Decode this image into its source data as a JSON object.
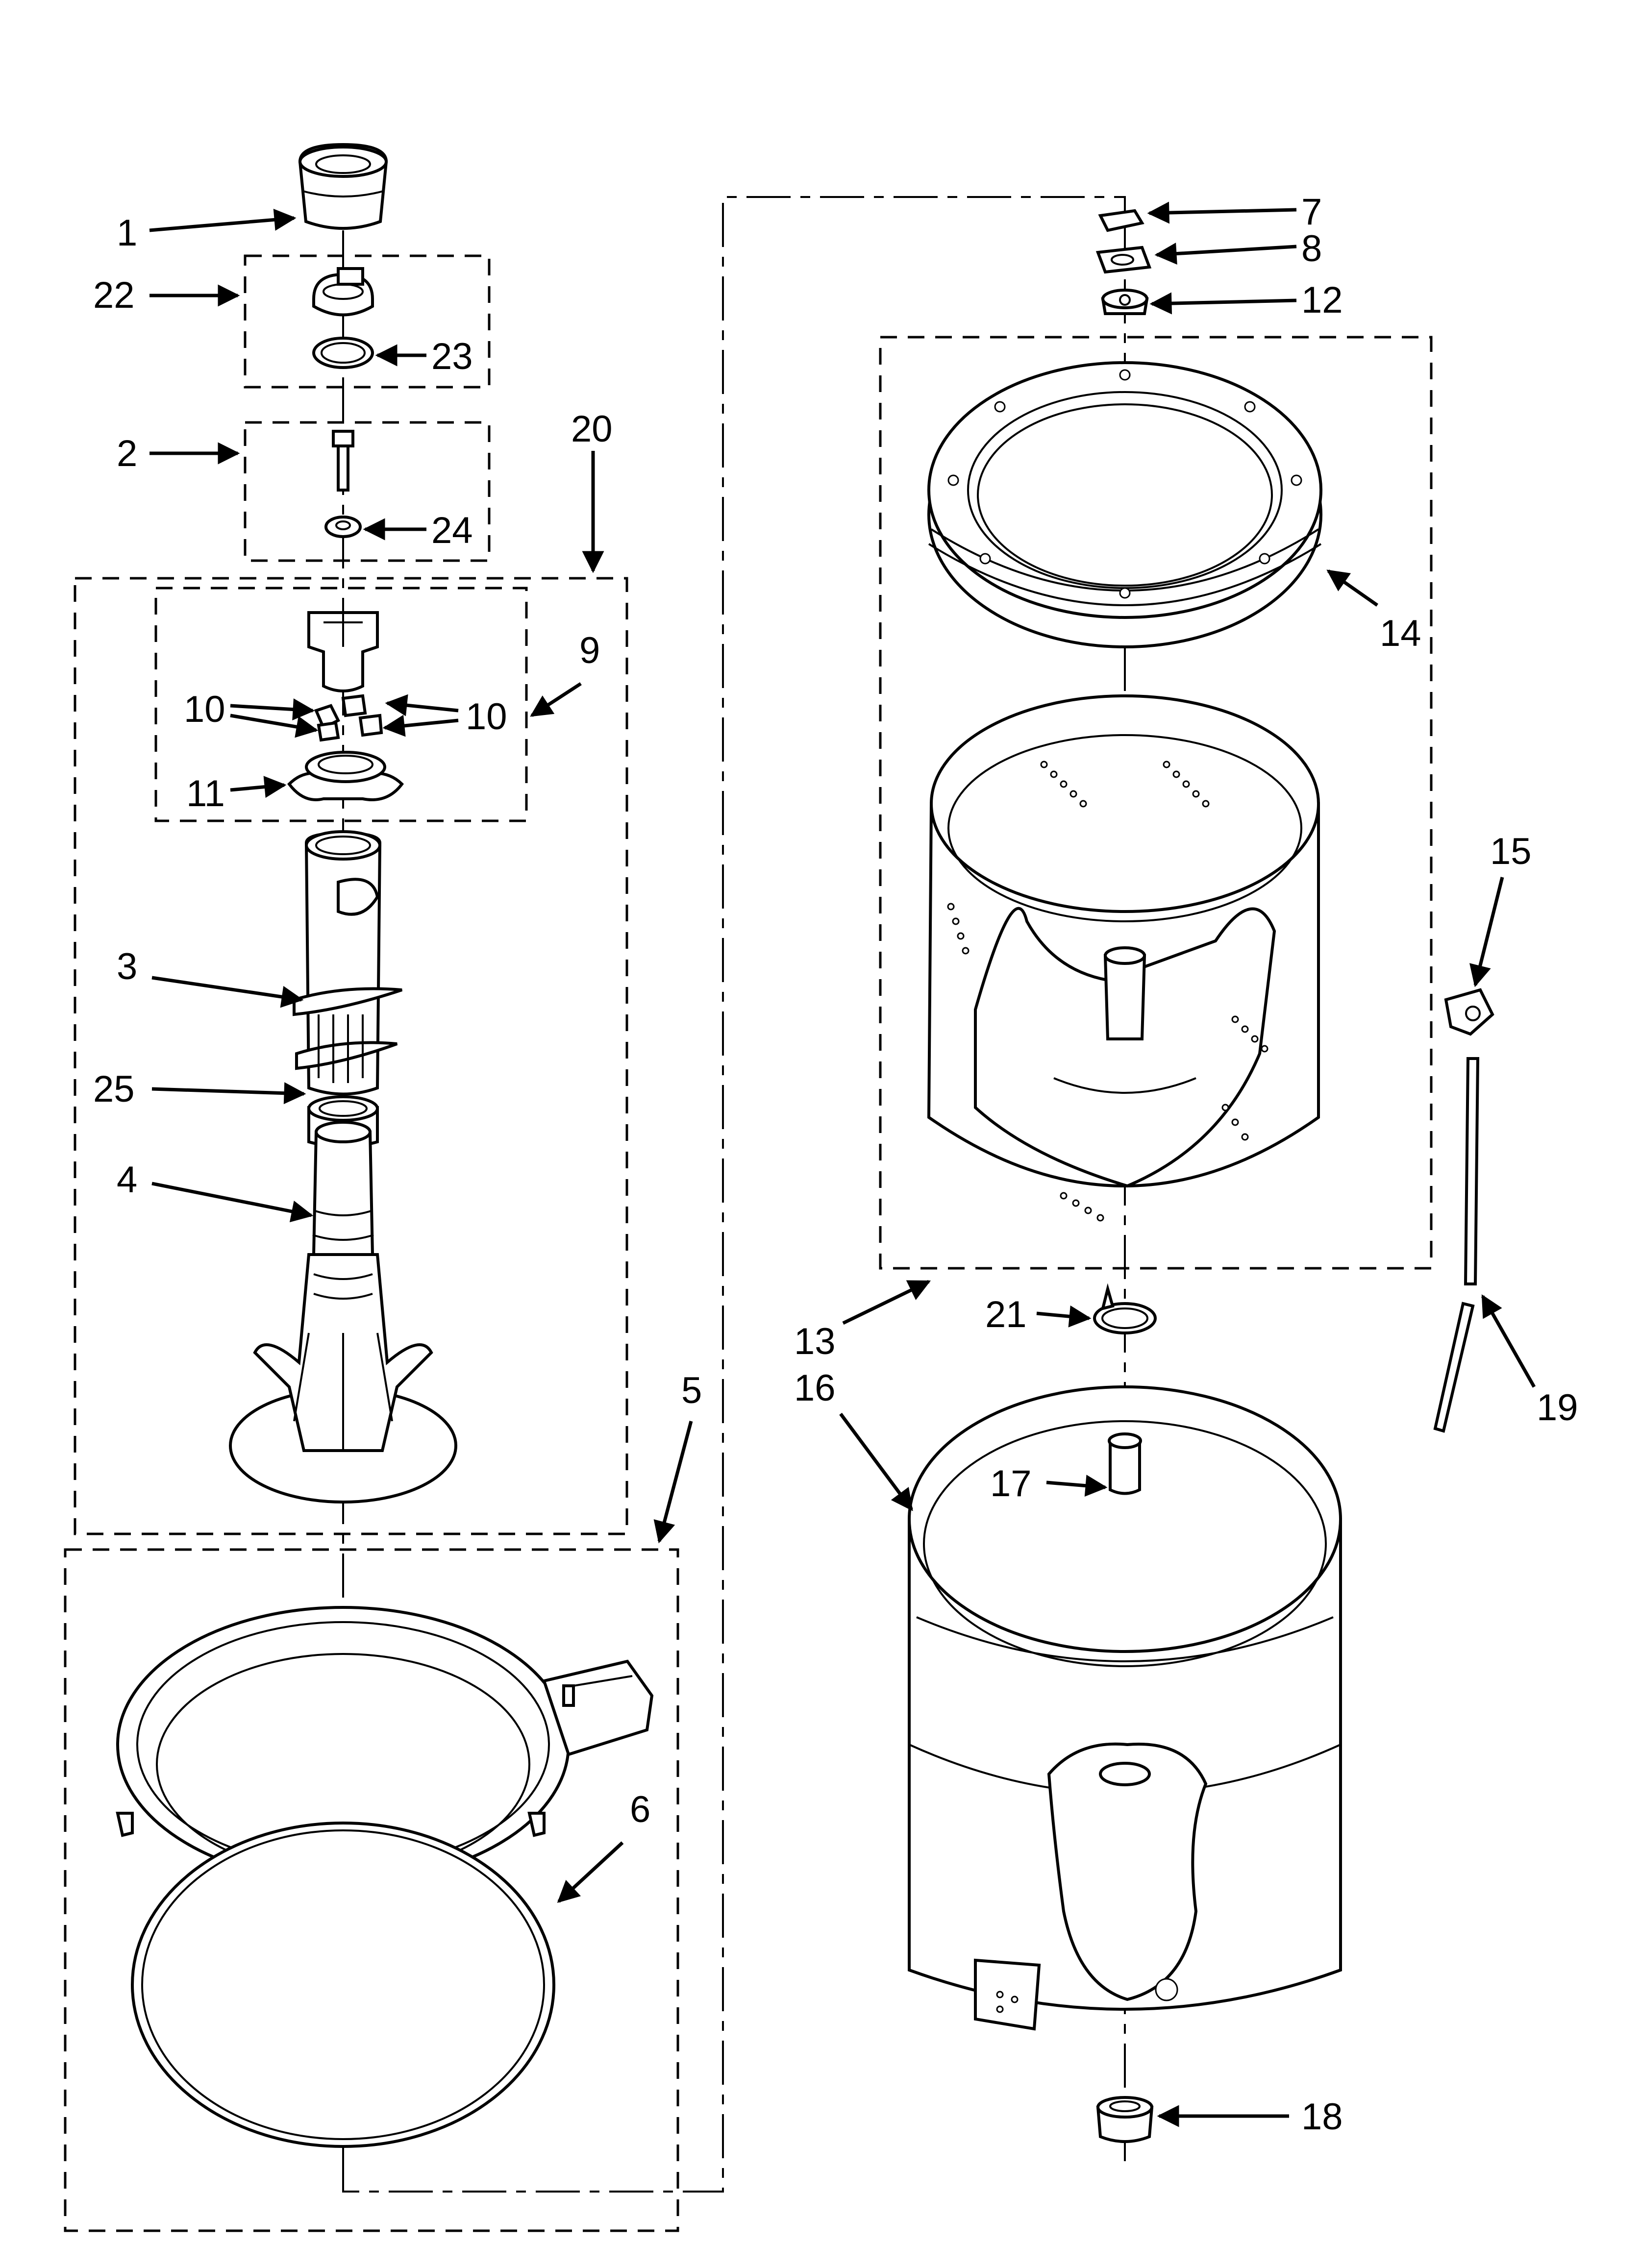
{
  "diagram": {
    "labels": [
      {
        "id": "1",
        "text": "1"
      },
      {
        "id": "22",
        "text": "22"
      },
      {
        "id": "23",
        "text": "23"
      },
      {
        "id": "2",
        "text": "2"
      },
      {
        "id": "24",
        "text": "24"
      },
      {
        "id": "20",
        "text": "20"
      },
      {
        "id": "9",
        "text": "9"
      },
      {
        "id": "10a",
        "text": "10"
      },
      {
        "id": "10b",
        "text": "10"
      },
      {
        "id": "11",
        "text": "11"
      },
      {
        "id": "3",
        "text": "3"
      },
      {
        "id": "25",
        "text": "25"
      },
      {
        "id": "4",
        "text": "4"
      },
      {
        "id": "5",
        "text": "5"
      },
      {
        "id": "6",
        "text": "6"
      },
      {
        "id": "7",
        "text": "7"
      },
      {
        "id": "8",
        "text": "8"
      },
      {
        "id": "12",
        "text": "12"
      },
      {
        "id": "14",
        "text": "14"
      },
      {
        "id": "15",
        "text": "15"
      },
      {
        "id": "13",
        "text": "13"
      },
      {
        "id": "21",
        "text": "21"
      },
      {
        "id": "16",
        "text": "16"
      },
      {
        "id": "17",
        "text": "17"
      },
      {
        "id": "19",
        "text": "19"
      },
      {
        "id": "18",
        "text": "18"
      }
    ]
  }
}
